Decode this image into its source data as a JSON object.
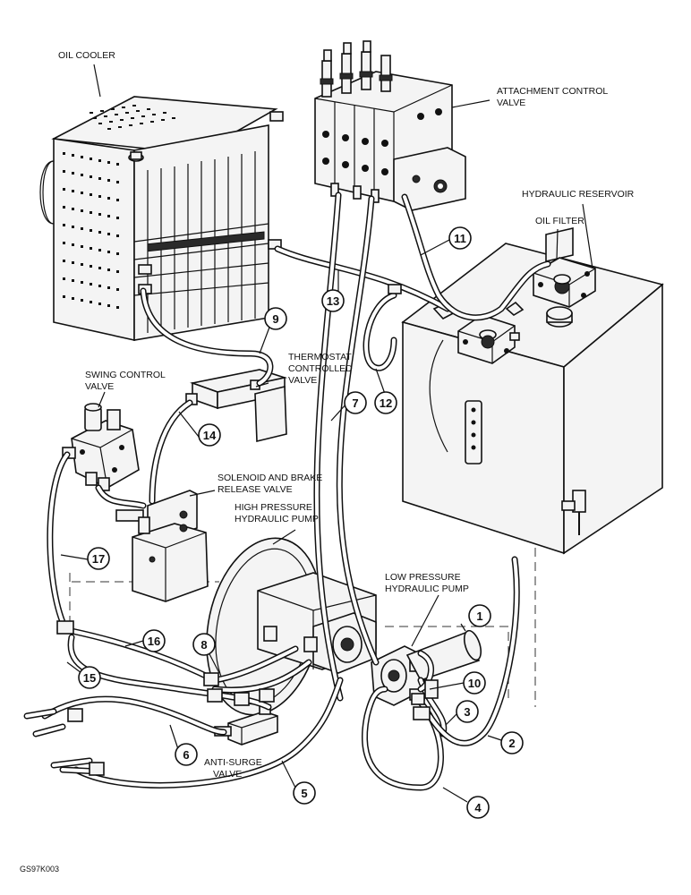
{
  "labels": {
    "oil_cooler": "OIL COOLER",
    "attachment_control_valve_1": "ATTACHMENT CONTROL",
    "attachment_control_valve_2": "VALVE",
    "hydraulic_reservoir": "HYDRAULIC RESERVOIR",
    "oil_filter": "OIL FILTER",
    "thermostat_1": "THERMOSTAT",
    "thermostat_2": "CONTROLLED",
    "thermostat_3": "VALVE",
    "swing_control_1": "SWING CONTROL",
    "swing_control_2": "VALVE",
    "solenoid_1": "SOLENOID AND BRAKE",
    "solenoid_2": "RELEASE VALVE",
    "high_pump_1": "HIGH PRESSURE",
    "high_pump_2": "HYDRAULIC PUMP",
    "low_pump_1": "LOW PRESSURE",
    "low_pump_2": "HYDRAULIC PUMP",
    "anti_surge_1": "ANTI-SURGE",
    "anti_surge_2": "VALVE"
  },
  "callouts": {
    "c1": "1",
    "c2": "2",
    "c3": "3",
    "c4": "4",
    "c5": "5",
    "c6": "6",
    "c7": "7",
    "c8": "8",
    "c9": "9",
    "c10": "10",
    "c11": "11",
    "c12": "12",
    "c13": "13",
    "c14": "14",
    "c15": "15",
    "c16": "16",
    "c17": "17"
  },
  "figure_code": "GS97K003"
}
